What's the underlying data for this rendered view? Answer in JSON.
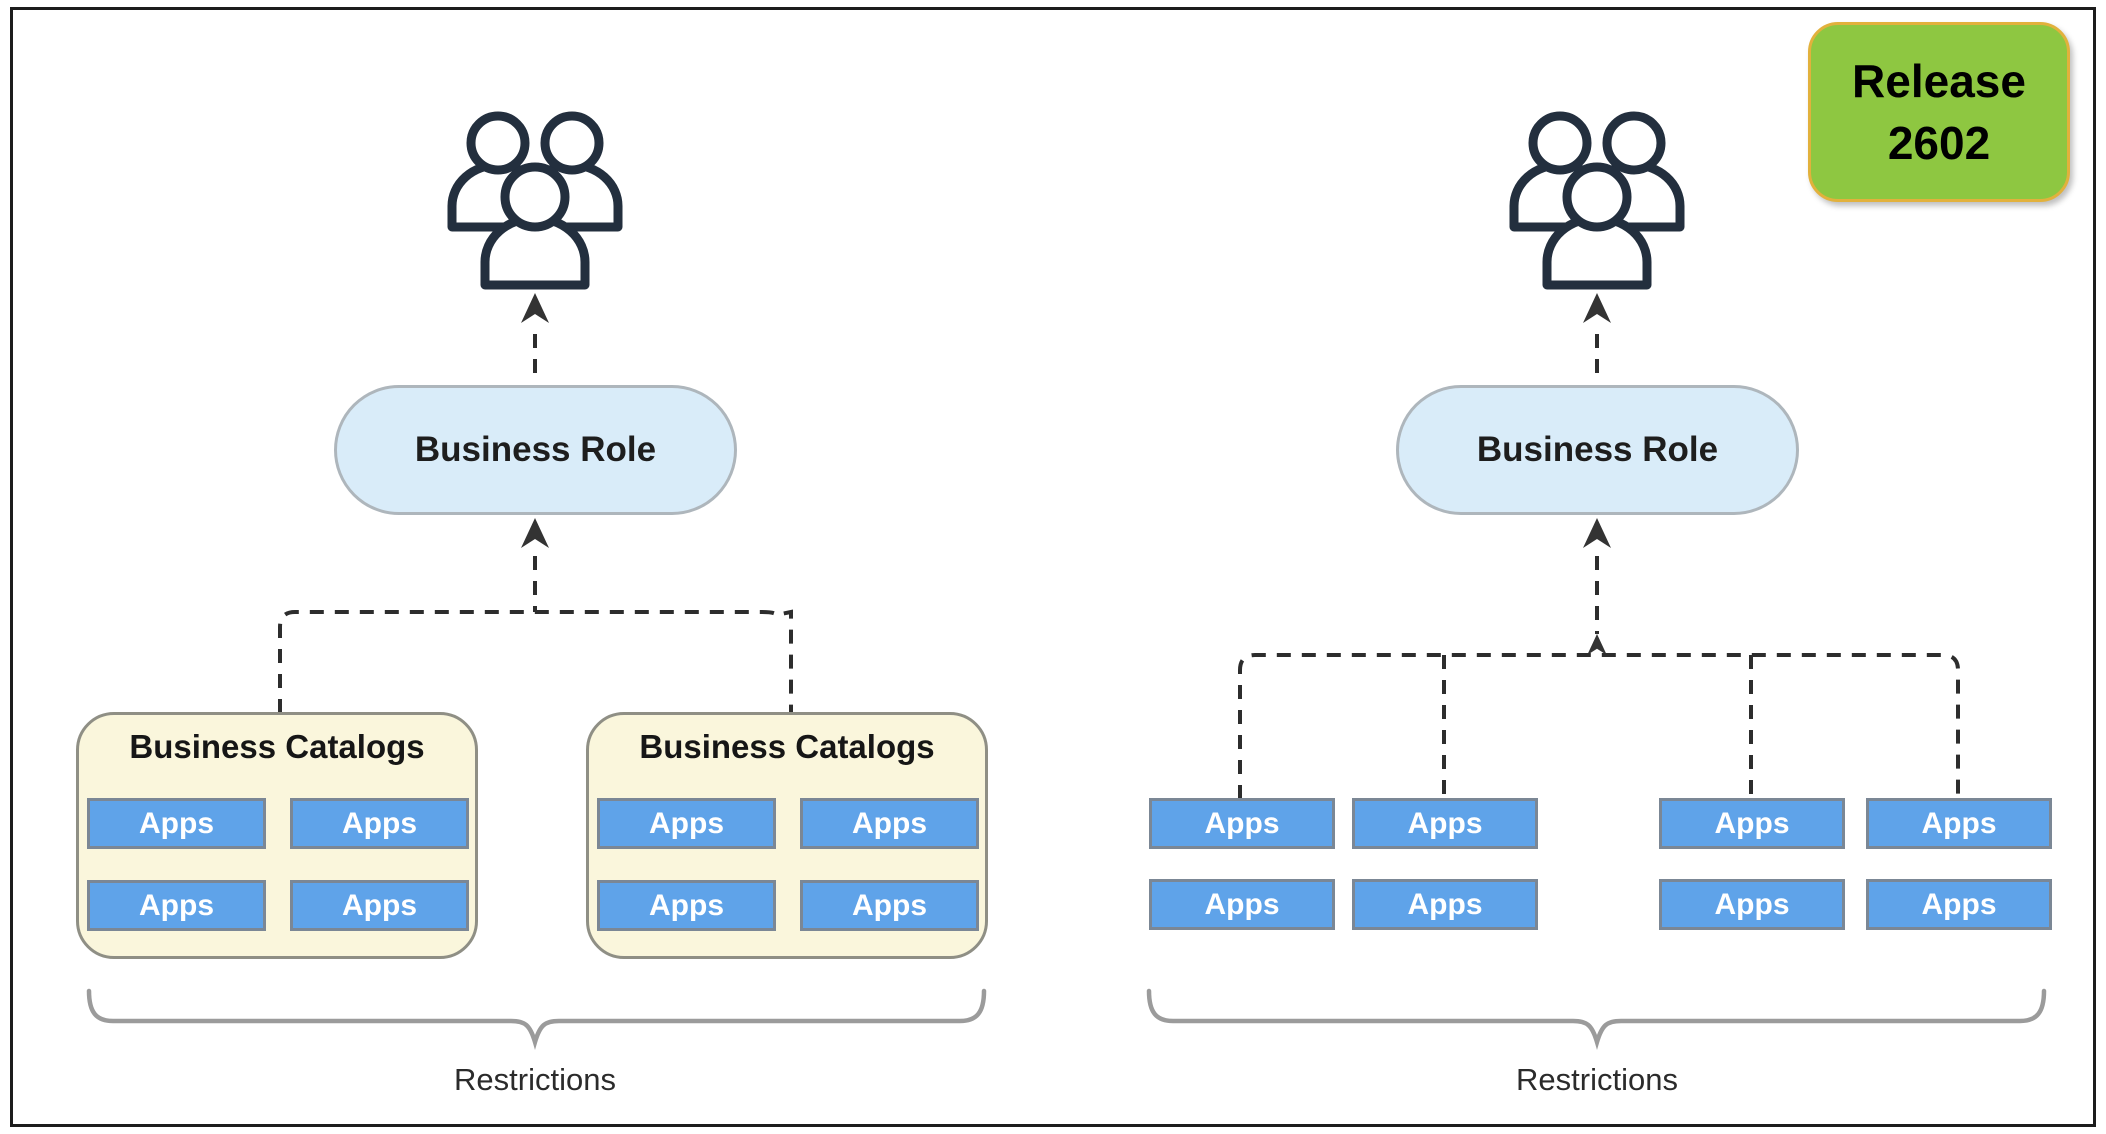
{
  "badge": {
    "line1": "Release",
    "line2": "2602"
  },
  "left": {
    "role_label": "Business Role",
    "catalog1": {
      "title": "Business Catalogs",
      "apps": [
        "Apps",
        "Apps",
        "Apps",
        "Apps"
      ]
    },
    "catalog2": {
      "title": "Business Catalogs",
      "apps": [
        "Apps",
        "Apps",
        "Apps",
        "Apps"
      ]
    },
    "restrictions_label": "Restrictions"
  },
  "right": {
    "role_label": "Business Role",
    "cluster1": [
      "Apps",
      "Apps",
      "Apps",
      "Apps"
    ],
    "cluster2": [
      "Apps",
      "Apps",
      "Apps",
      "Apps"
    ],
    "restrictions_label": "Restrictions"
  },
  "icons": {
    "users_group_icon": "👥",
    "arrow_up_icon": "▲",
    "restrictions_brace_icon": "⏟"
  },
  "colors": {
    "app_fill": "#5FA3E9",
    "app_border": "#7B8795",
    "role_fill": "#D9ECF9",
    "role_border": "#AEB6BC",
    "catalog_fill": "#FAF6DC",
    "catalog_border": "#8F8F85",
    "badge_fill": "#8EC741",
    "badge_border": "#E2B13C",
    "users_icon_color": "#232F3E",
    "connector_color": "#2D2D2D",
    "brace_color": "#9B9B9B"
  }
}
